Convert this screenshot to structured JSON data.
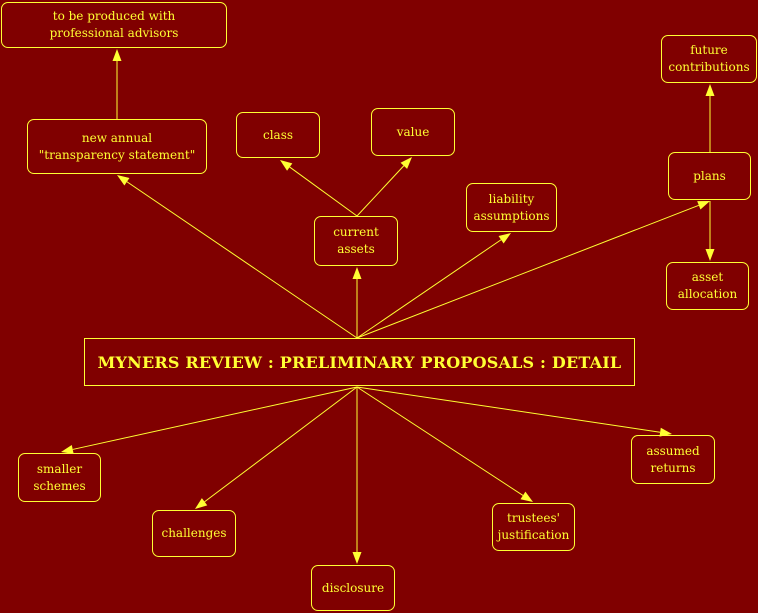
{
  "diagram": {
    "colors": {
      "background": "#800000",
      "foreground": "#ffff33"
    },
    "central": {
      "label": "MYNERS REVIEW : PRELIMINARY PROPOSALS : DETAIL"
    },
    "nodes": {
      "advisors": "to be produced with\nprofessional advisors",
      "transparency": "new annual\n\"transparency statement\"",
      "class": "class",
      "value": "value",
      "current_assets": "current\nassets",
      "liability": "liability\nassumptions",
      "future": "future\ncontributions",
      "plans": "plans",
      "asset_allocation": "asset\nallocation",
      "smaller": "smaller\nschemes",
      "challenges": "challenges",
      "disclosure": "disclosure",
      "trustees": "trustees'\njustification",
      "returns": "assumed\nreturns"
    }
  }
}
